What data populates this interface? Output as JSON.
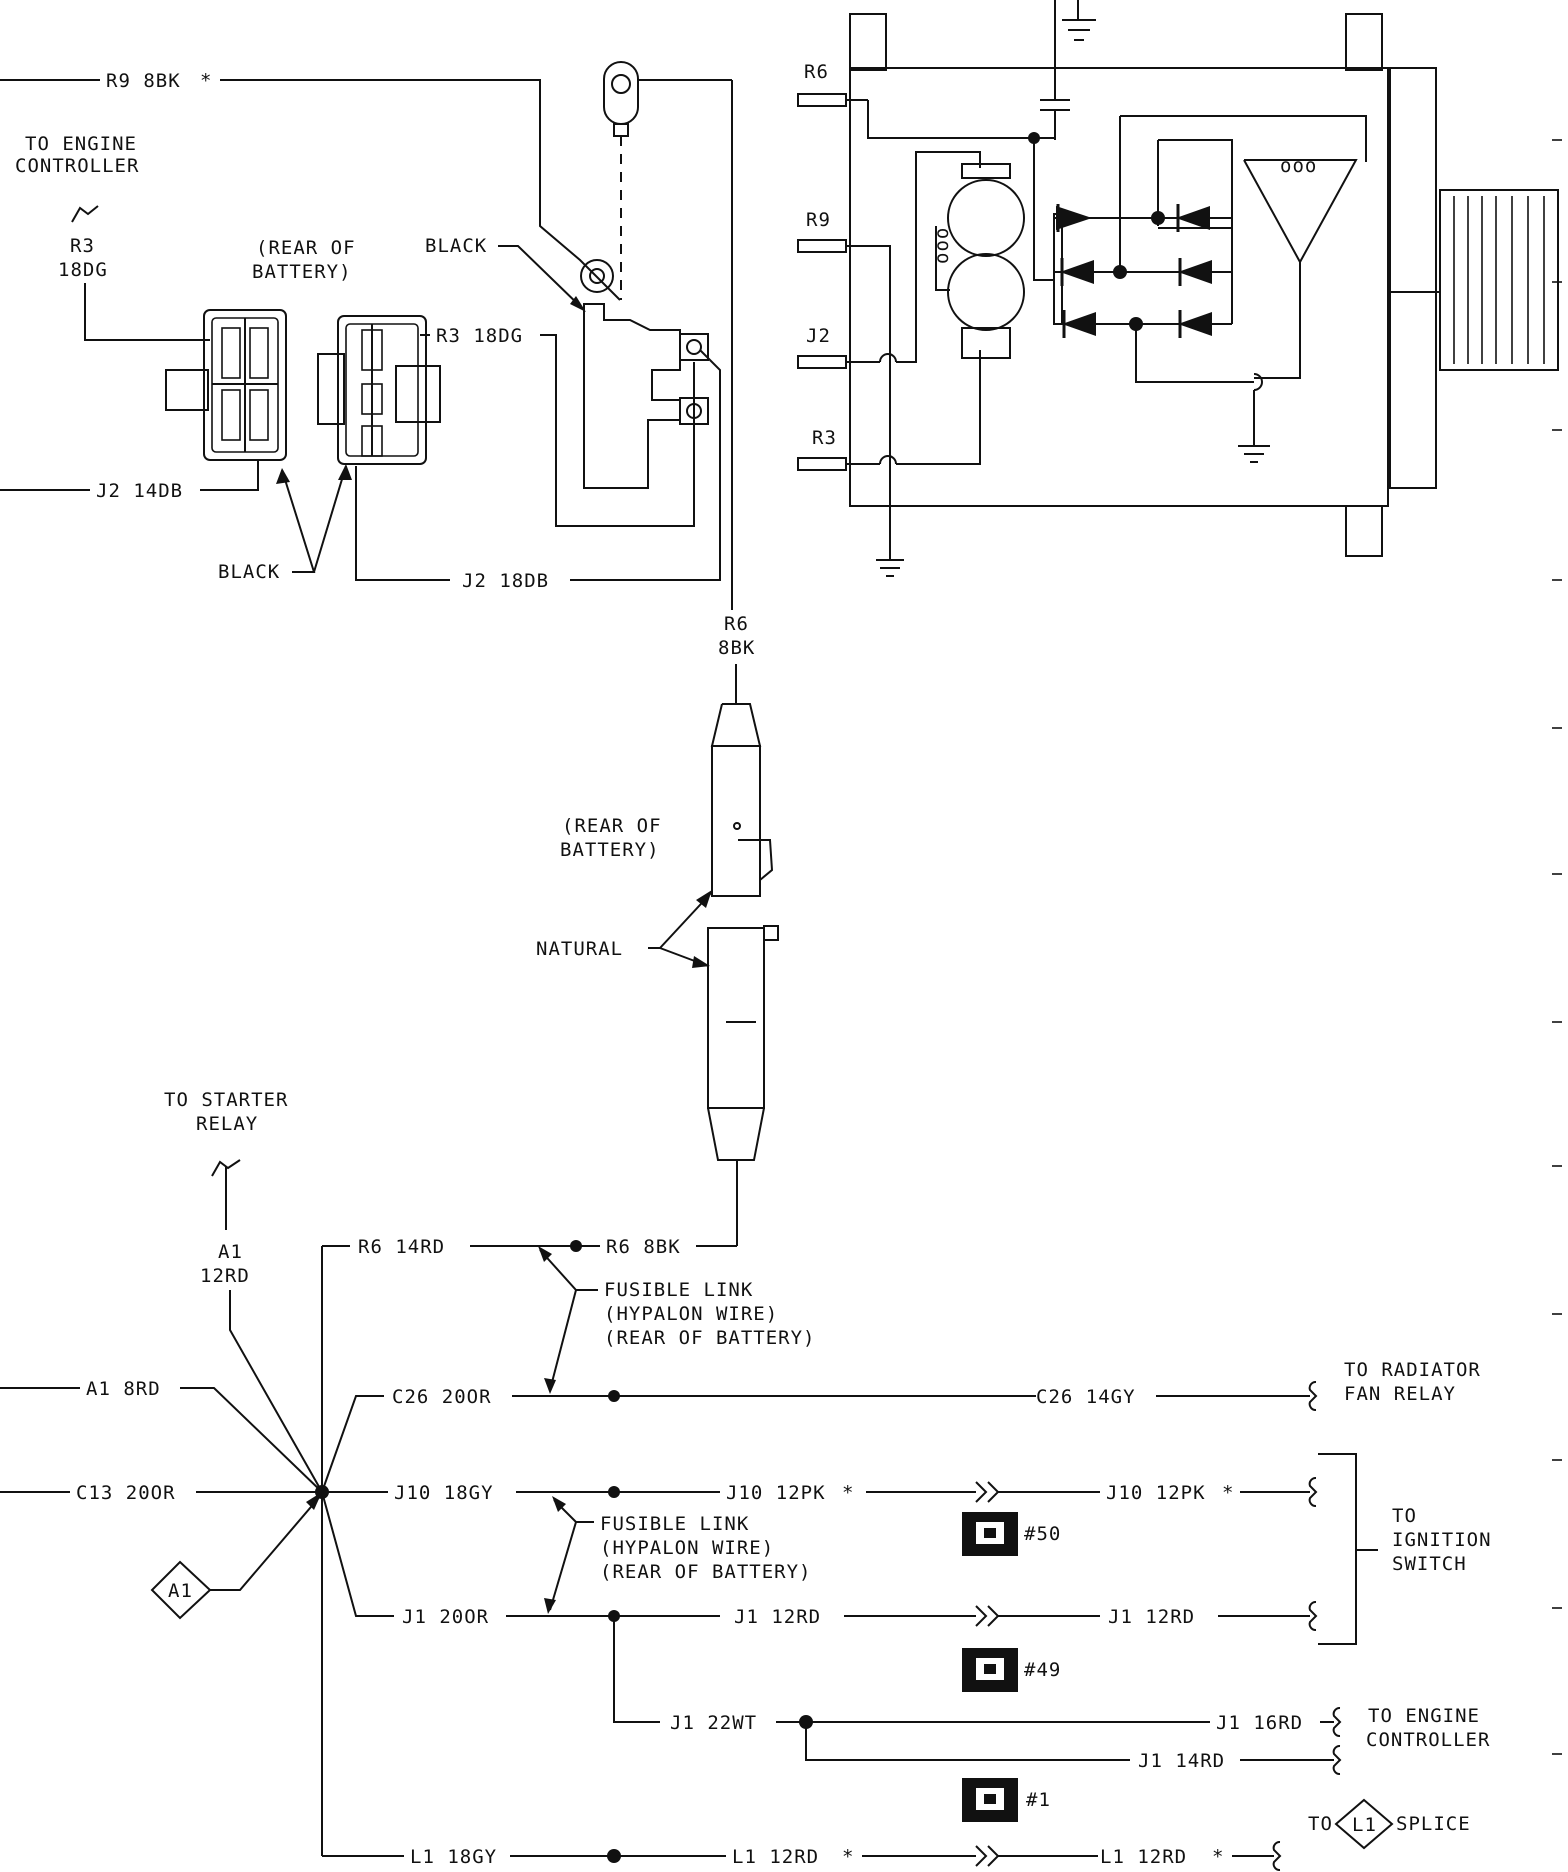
{
  "top_left": {
    "r9_wire": "R9 8BK",
    "to_engine_controller_1": "TO ENGINE",
    "to_engine_controller_2": "CONTROLLER",
    "r3_a": "R3",
    "r3_b": "18DG",
    "rear_of_battery_1": "(REAR OF",
    "rear_of_battery_2": "BATTERY)",
    "r3_wire": "R3 18DG",
    "black_top": "BLACK",
    "j2_14db": "J2 14DB",
    "black_bottom": "BLACK",
    "j2_18db": "J2 18DB"
  },
  "generator": {
    "r6": "R6",
    "r9": "R9",
    "j2": "J2",
    "r3": "R3",
    "coil_glyph": "ooo"
  },
  "center": {
    "r6_a": "R6",
    "r6_b": "8BK",
    "rear_battery_1": "(REAR OF",
    "rear_battery_2": "BATTERY)",
    "natural": "NATURAL"
  },
  "bottom": {
    "to_starter_relay_1": "TO STARTER",
    "to_starter_relay_2": "RELAY",
    "a1_a": "A1",
    "a1_b": "12RD",
    "r6_14rd": "R6 14RD",
    "r6_8bk": "R6 8BK",
    "fusible_1a": "FUSIBLE LINK",
    "fusible_1b": "(HYPALON WIRE)",
    "fusible_1c": "(REAR OF BATTERY)",
    "a1_8rd": "A1 8RD",
    "c26_20or": "C26 20OR",
    "c26_14gy": "C26 14GY",
    "to_radiator_1": "TO RADIATOR",
    "to_radiator_2": "FAN RELAY",
    "c13_20or": "C13 20OR",
    "j10_18gy": "J10 18GY",
    "j10_12pk_a": "J10 12PK",
    "j10_12pk_b": "J10 12PK",
    "fusible_2a": "FUSIBLE LINK",
    "fusible_2b": "(HYPALON WIRE)",
    "fusible_2c": "(REAR OF BATTERY)",
    "conn_50": "#50",
    "to_ignition_1": "TO",
    "to_ignition_2": "IGNITION",
    "to_ignition_3": "SWITCH",
    "a1_diamond": "A1",
    "j1_20or": "J1 20OR",
    "j1_12rd_a": "J1 12RD",
    "j1_12rd_b": "J1 12RD",
    "conn_49": "#49",
    "j1_22wt": "J1 22WT",
    "j1_16rd": "J1 16RD",
    "to_engine_ctrl_1": "TO ENGINE",
    "to_engine_ctrl_2": "CONTROLLER",
    "j1_14rd": "J1 14RD",
    "conn_1": "#1",
    "l1_18gy": "L1 18GY",
    "l1_12rd_a": "L1 12RD",
    "l1_12rd_b": "L1 12RD",
    "to_splice": "TO",
    "l1_diamond": "L1",
    "splice": "SPLICE",
    "star": "*"
  }
}
